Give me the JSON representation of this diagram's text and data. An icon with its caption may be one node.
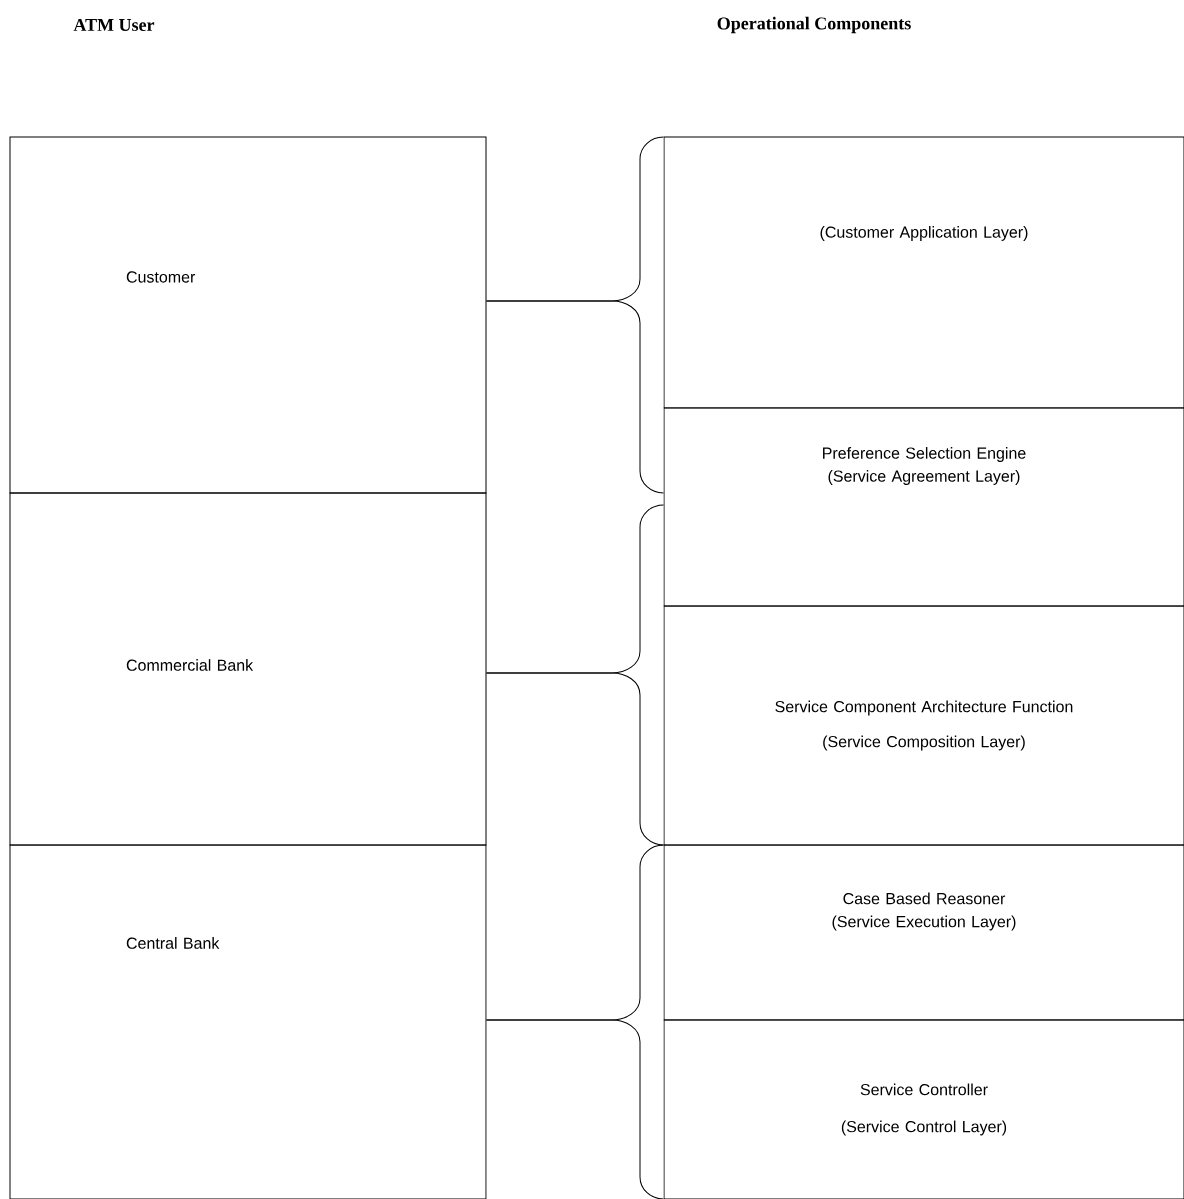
{
  "diagram": {
    "nodes": [
      {
        "text": [
          "Customer"
        ]
      },
      {
        "text": [
          "Commercial Bank"
        ]
      },
      {
        "text": [
          "Central Bank"
        ]
      },
      {
        "text": [
          "(Customer Application Layer)"
        ]
      },
      {
        "text": [
          "Preference Selection Engine",
          "(Service Agreement Layer)"
        ]
      },
      {
        "text": [
          "Service Component Architecture Function",
          "(Service Composition Layer)"
        ]
      },
      {
        "text": [
          "Case Based Reasoner",
          "(Service Execution Layer)"
        ]
      },
      {
        "text": [
          "Service Controller",
          "(Service Control Layer)"
        ]
      }
    ],
    "edges": [
      {
        "from": 0,
        "to": 3,
        "arrow": "none"
      },
      {
        "from": 0,
        "to": 4,
        "arrow": "none"
      },
      {
        "from": 1,
        "to": 4,
        "arrow": "none"
      },
      {
        "from": 1,
        "to": 5,
        "arrow": "none"
      },
      {
        "from": 2,
        "to": 6,
        "arrow": "none"
      },
      {
        "from": 2,
        "to": 7,
        "arrow": "none"
      }
    ],
    "labels": [
      "ATM User",
      "Operational Components"
    ]
  }
}
